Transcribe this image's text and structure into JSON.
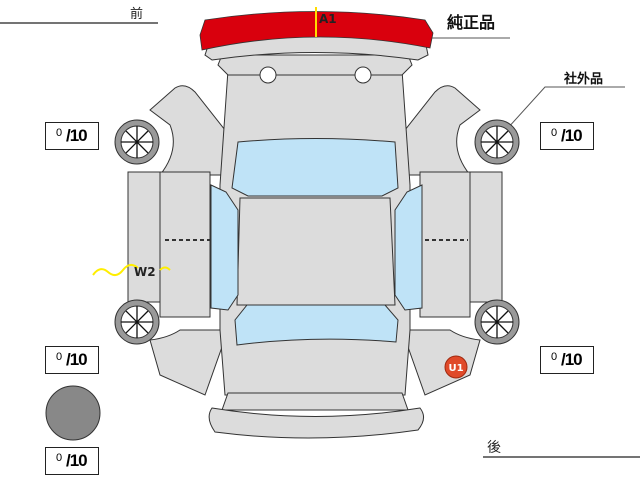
{
  "labels": {
    "front": "前",
    "rear": "後",
    "genuine": "純正品",
    "aftermarket": "社外品"
  },
  "marks": [
    {
      "code": "A1",
      "color": "#ffdd00"
    },
    {
      "code": "W2",
      "color": "#ffee00"
    },
    {
      "code": "U1",
      "color": "#e04a2a"
    }
  ],
  "tires": [
    {
      "position": "front-left",
      "value": "0",
      "max": "/10"
    },
    {
      "position": "front-right",
      "value": "0",
      "max": "/10"
    },
    {
      "position": "rear-left",
      "value": "0",
      "max": "/10"
    },
    {
      "position": "rear-right",
      "value": "0",
      "max": "/10"
    },
    {
      "position": "spare",
      "value": "0",
      "max": "/10"
    }
  ],
  "colors": {
    "bumper_damage": "#d9000d",
    "body": "#dcdcdc",
    "glass": "#bfe3f7"
  }
}
